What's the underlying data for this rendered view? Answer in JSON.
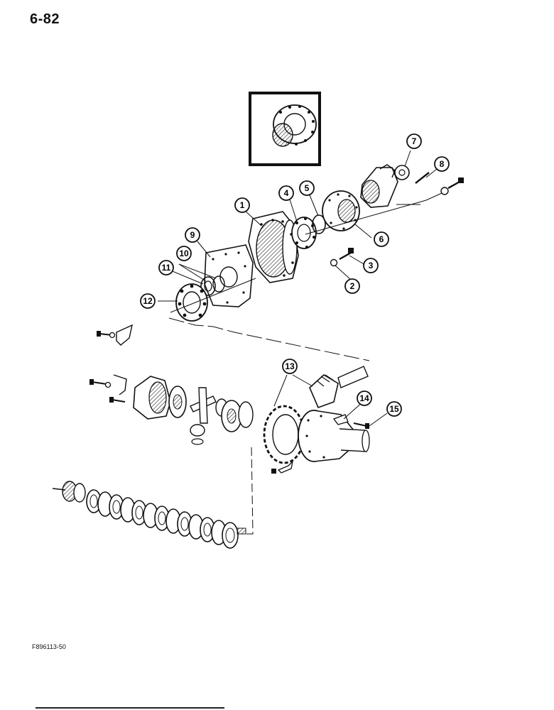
{
  "page_number": "6-82",
  "figure_code": "F896113-50",
  "callouts": [
    {
      "label": "1"
    },
    {
      "label": "2"
    },
    {
      "label": "3"
    },
    {
      "label": "4"
    },
    {
      "label": "5"
    },
    {
      "label": "6"
    },
    {
      "label": "7"
    },
    {
      "label": "8"
    },
    {
      "label": "9"
    },
    {
      "label": "10"
    },
    {
      "label": "11"
    },
    {
      "label": "12"
    },
    {
      "label": "13"
    },
    {
      "label": "14"
    },
    {
      "label": "15"
    }
  ]
}
